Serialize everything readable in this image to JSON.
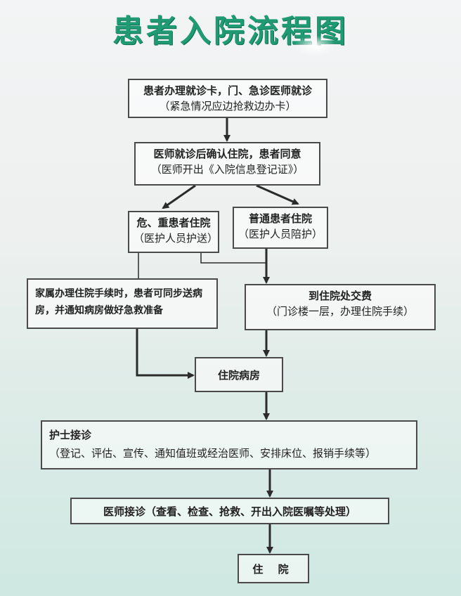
{
  "title": "患者入院流程图",
  "nodes": {
    "register": {
      "main": "患者办理就诊卡，门、急诊医师就诊",
      "sub": "（紧急情况应边抢救边办卡）"
    },
    "confirm": {
      "main": "医师就诊后确认住院，患者同意",
      "sub": "（医师开出《入院信息登记证》）"
    },
    "critical": {
      "main": "危、重患者住院",
      "sub": "（医护人员护送）"
    },
    "normal": {
      "main": "普通患者住院",
      "sub": "（医护人员陪护）"
    },
    "family": {
      "main": "家属办理住院手续时，患者可同步送病房，并通知病房做好急救准备"
    },
    "payment": {
      "main": "到住院处交费",
      "sub": "（门诊楼一层，办理住院手续）"
    },
    "ward": {
      "main": "住院病房"
    },
    "nurse": {
      "main": "护士接诊",
      "sub": "（登记、评估、宣传、通知值班或经治医师、安排床位、报销手续等）"
    },
    "doctor": {
      "main": "医师接诊（查看、检查、抢救、开出入院医嘱等处理）"
    },
    "admitted": {
      "main": "住 院"
    }
  },
  "colors": {
    "title": "#1f9a73",
    "line": "#2b2b2b"
  }
}
